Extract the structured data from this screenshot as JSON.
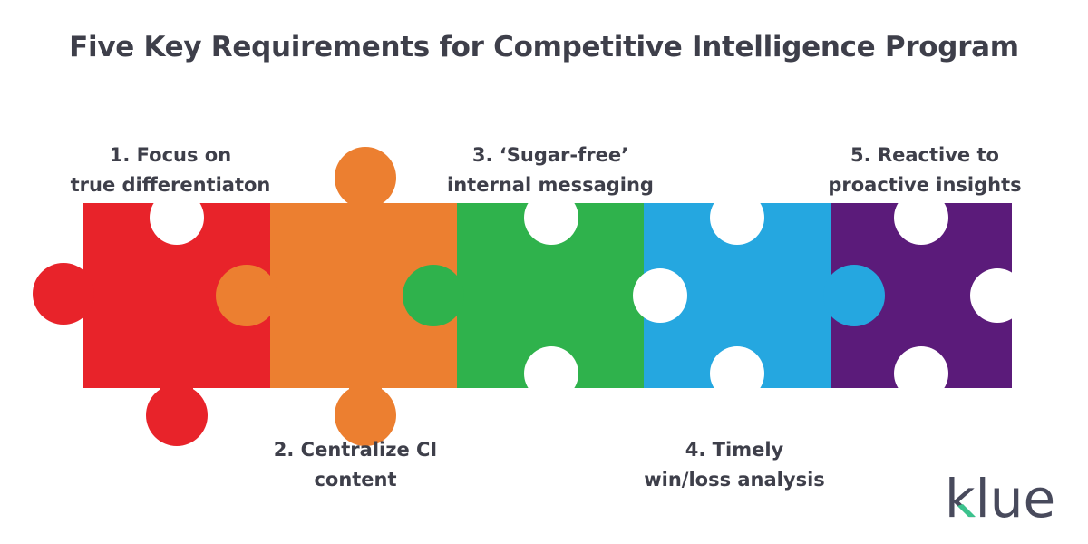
{
  "title": "Five Key Requirements for Competitive Intelligence Program",
  "pieces": [
    {
      "line1": "1. Focus on",
      "line2": "true differentiaton",
      "color": "#e8232a"
    },
    {
      "line1": "2. Centralize CI",
      "line2": "content",
      "color": "#ec7f30"
    },
    {
      "line1": "3. ‘Sugar-free’",
      "line2": "internal messaging",
      "color": "#2fb24c"
    },
    {
      "line1": "4. Timely",
      "line2": "win/loss analysis",
      "color": "#25a7e0"
    },
    {
      "line1": "5. Reactive to",
      "line2": "proactive insights",
      "color": "#5b1b7a"
    }
  ],
  "logo": {
    "text": "klue",
    "text_color": "#484a5c",
    "accent_color": "#3cc28d"
  }
}
